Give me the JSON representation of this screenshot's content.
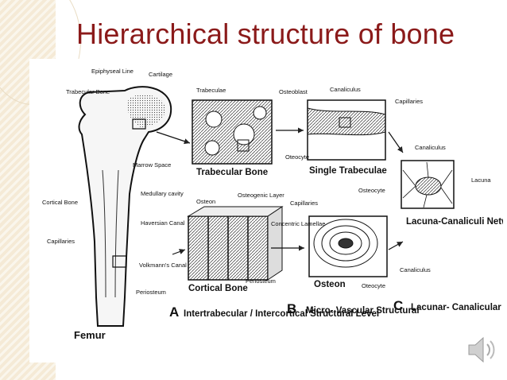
{
  "title": "Hierarchical structure of bone",
  "labels": {
    "epiphyseal_line": "Epiphyseal Line",
    "cartilage": "Cartilage",
    "trabecular_bone_lbl": "Trabecular Bone",
    "trabeculae": "Trabeculae",
    "osteoblast": "Osteoblast",
    "canaliculus_top": "Canaliculus",
    "capillaries_top": "Capillaries",
    "marrow_space": "Marrow Space",
    "otecyte_top": "Oteocyte",
    "canaliculus_right": "Canaliculus",
    "lacuna": "Lacuna",
    "osteocyte_right": "Osteocyte",
    "cortical_bone_lbl": "Cortical Bone",
    "medullary_cavity": "Medullary cavity",
    "capillaries_left": "Capillaries",
    "osteon_lbl": "Osteon",
    "osteogenic_layer": "Osteogenic Layer",
    "capillaries_mid": "Capillaries",
    "haversian_canal": "Haversian Canal",
    "concentric_lamellae": "Concentric Lamellae",
    "volkmanns_canal": "Volkmann's Canal",
    "periosteum_mid": "Periosteum",
    "canaliculus_bottom": "Canaliculus",
    "periosteum_left": "Periosteum",
    "oteocyte_bottom": "Oteocyte"
  },
  "captions": {
    "trabecular_bone": "Trabecular Bone",
    "single_trabeculae": "Single Trabeculae",
    "lacuna_canaliculi": "Lacuna-Canaliculi Network",
    "cortical_bone": "Cortical Bone",
    "osteon": "Osteon",
    "femur": "Femur"
  },
  "levels": {
    "a_letter": "A",
    "a_text": "Intertrabecular / Intercortical Structural Level",
    "b_letter": "B",
    "b_text": "Micro- Vascular Structural",
    "c_letter": "C",
    "c_text": "Lacunar- Canalicular Structural"
  },
  "speaker_icon": "speaker-icon",
  "colors": {
    "title": "#8b1a1a",
    "band": "#f5ead6"
  }
}
